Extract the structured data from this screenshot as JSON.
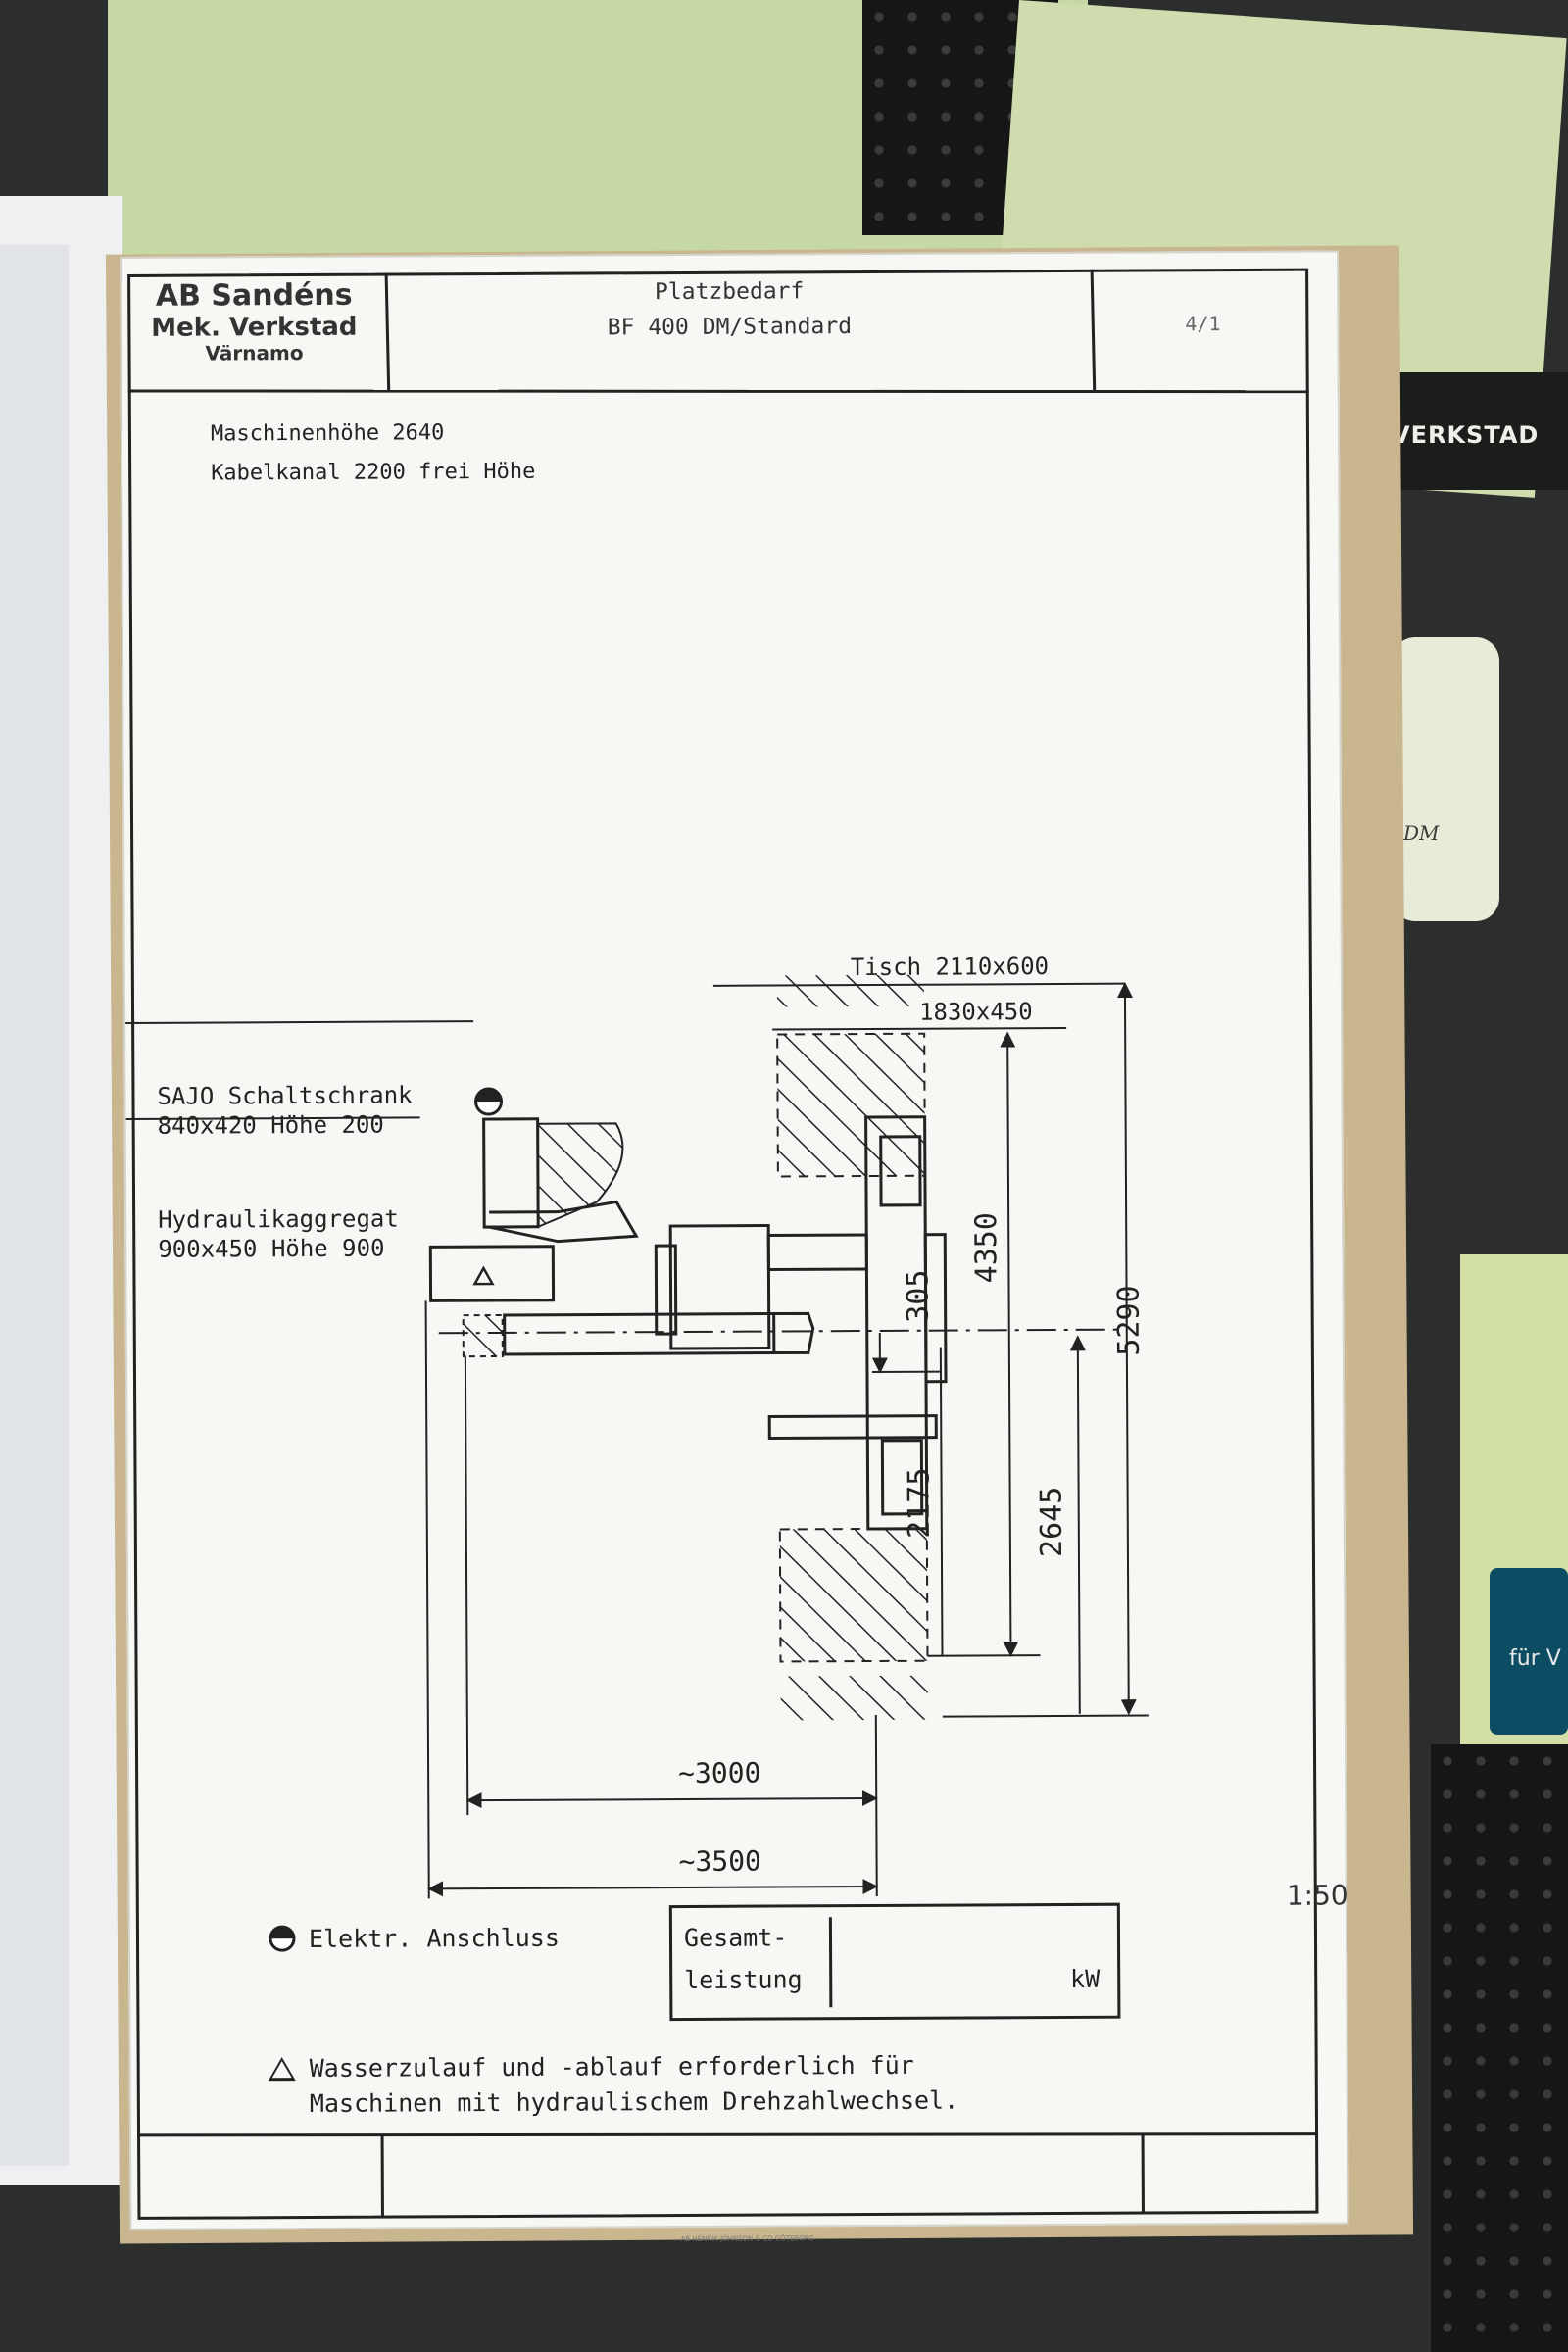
{
  "background": {
    "binder_label": "VERKSTAD",
    "card_label": "DM",
    "blue_binder_label": "für V"
  },
  "header": {
    "company": [
      "AB Sandéns",
      "Mek. Verkstad",
      "Värnamo"
    ],
    "title_line1": "Platzbedarf",
    "title_line2": "BF 400 DM/Standard",
    "sheet_no": "4/1"
  },
  "notes": [
    "Maschinenhöhe 2640",
    "Kabelkanal 2200 frei Höhe"
  ],
  "labels": {
    "table": "Tisch 2110x600",
    "table_inner": "1830x450",
    "cabinet": "SAJO Schaltschrank\n840x420 Höhe 200",
    "hydraulic": "Hydraulikaggregat\n900x450 Höhe 900"
  },
  "dimensions": {
    "d305": "305",
    "d4350": "4350",
    "d5290": "5290",
    "d2175": "2175",
    "d2645": "2645",
    "d3000": "~3000",
    "d3500": "~3500"
  },
  "scale": "1:50",
  "legend": {
    "electric": "Elektr. Anschluss",
    "power_label_1": "Gesamt-",
    "power_label_2": "leistung",
    "power_unit": "kW",
    "water_line1": "Wasserzulauf und -ablauf erforderlich für",
    "water_line2": "Maschinen mit hydraulischem Drehzahlwechsel."
  },
  "imprint": "AB HENRIK JOHNSON & CO GÖTEBORG"
}
